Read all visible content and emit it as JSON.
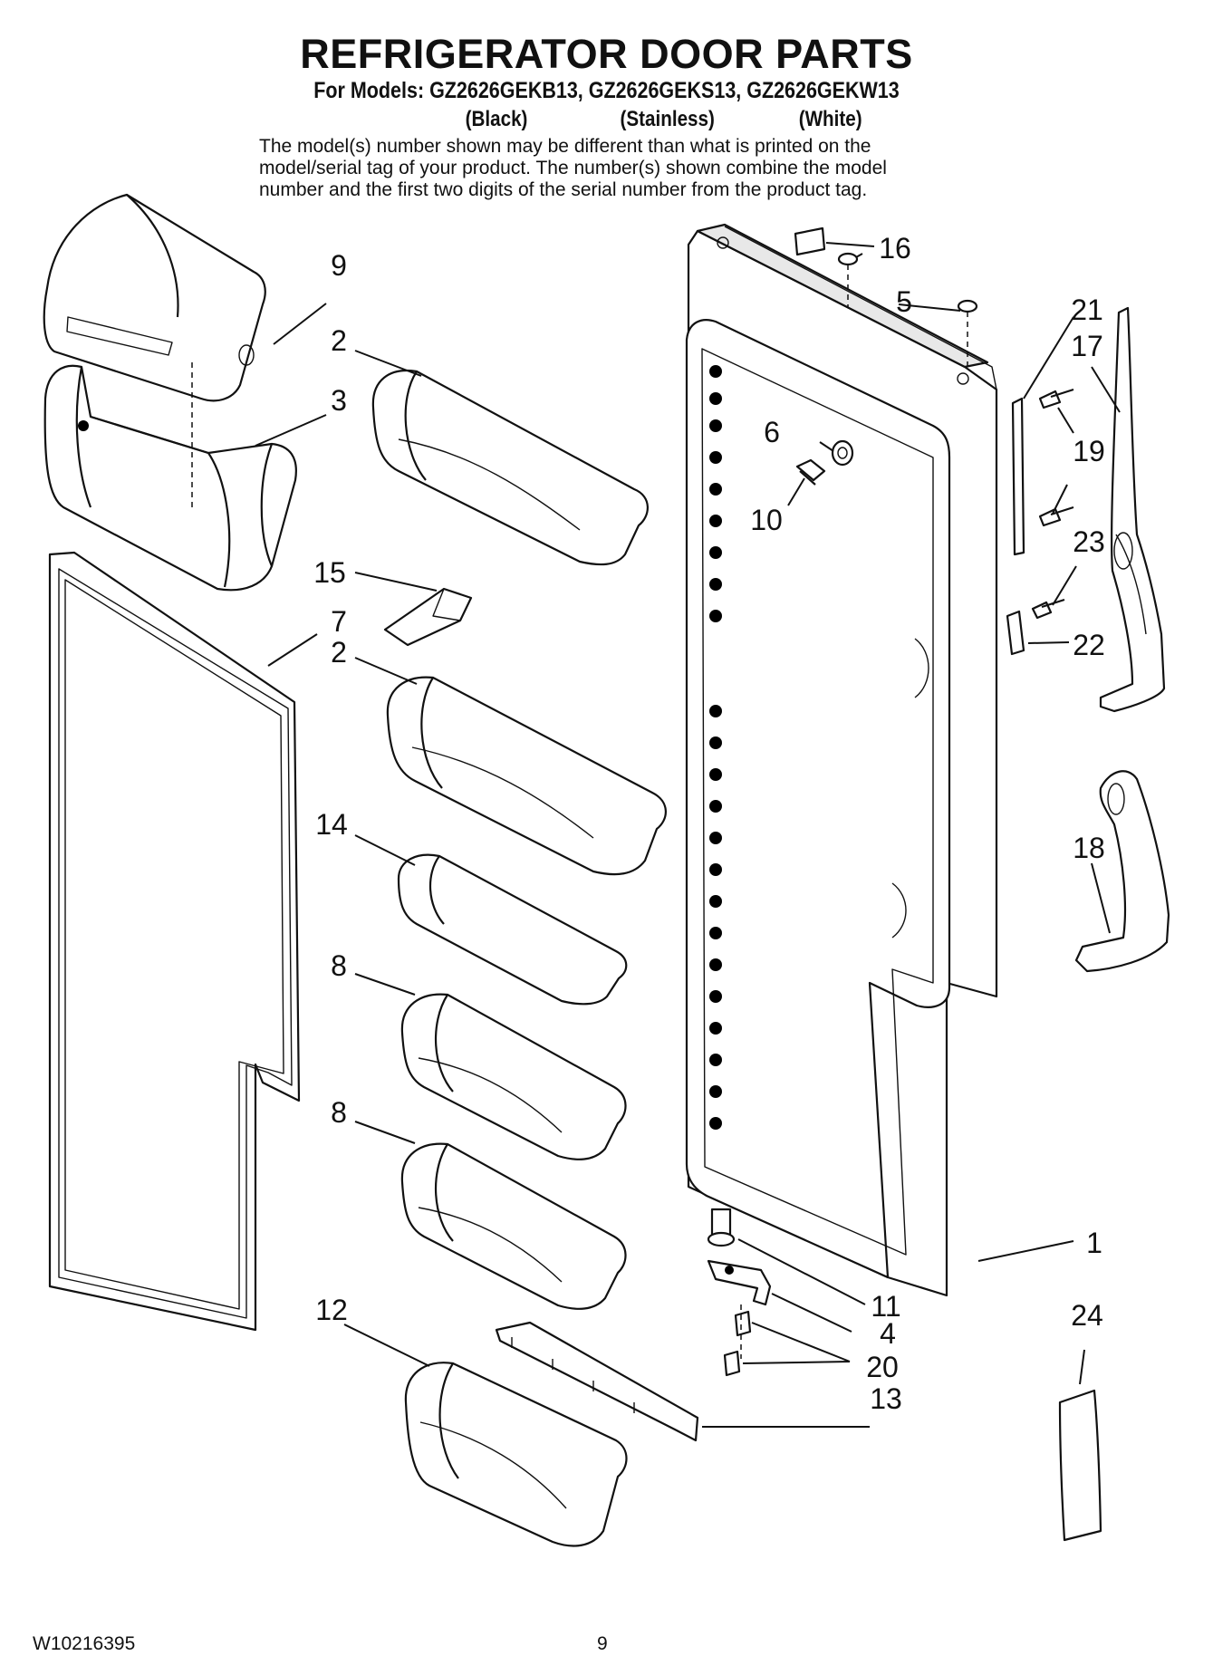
{
  "header": {
    "title": "REFRIGERATOR DOOR PARTS",
    "models": "For Models: GZ2626GEKB13, GZ2626GEKS13, GZ2626GEKW13",
    "variants": [
      "(Black)",
      "(Stainless)",
      "(White)"
    ],
    "note_lines": [
      "The model(s) number shown may be different than what is printed on the",
      "model/serial tag of your product. The number(s) shown combine the model",
      "number and the first two digits of the serial number from the product tag."
    ]
  },
  "callouts": {
    "c1": "1",
    "c2a": "2",
    "c2b": "2",
    "c3": "3",
    "c4": "4",
    "c5": "5",
    "c6": "6",
    "c7": "7",
    "c8a": "8",
    "c8b": "8",
    "c9": "9",
    "c10": "10",
    "c11": "11",
    "c12": "12",
    "c13": "13",
    "c14": "14",
    "c15": "15",
    "c16": "16",
    "c17": "17",
    "c18": "18",
    "c19": "19",
    "c20": "20",
    "c21": "21",
    "c22": "22",
    "c23": "23",
    "c24": "24"
  },
  "footer": {
    "doc_number": "W10216395",
    "page": "9"
  }
}
